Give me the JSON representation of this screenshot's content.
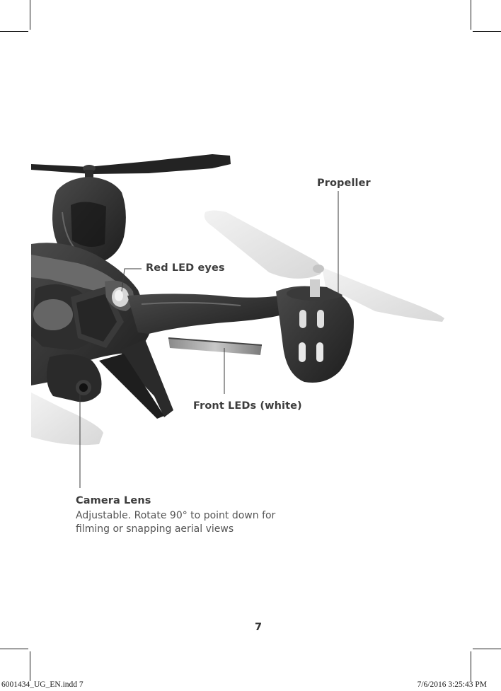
{
  "callouts": {
    "propeller": "Propeller",
    "red_led_eyes": "Red LED eyes",
    "front_leds": "Front LEDs (white)",
    "camera_lens": {
      "title": "Camera Lens",
      "description": "Adjustable. Rotate 90° to point down for\nfilming or snapping aerial views"
    }
  },
  "page_number": "7",
  "slug": {
    "file": "6001434_UG_EN.indd   7",
    "timestamp": "7/6/2016   3:25:43 PM"
  }
}
